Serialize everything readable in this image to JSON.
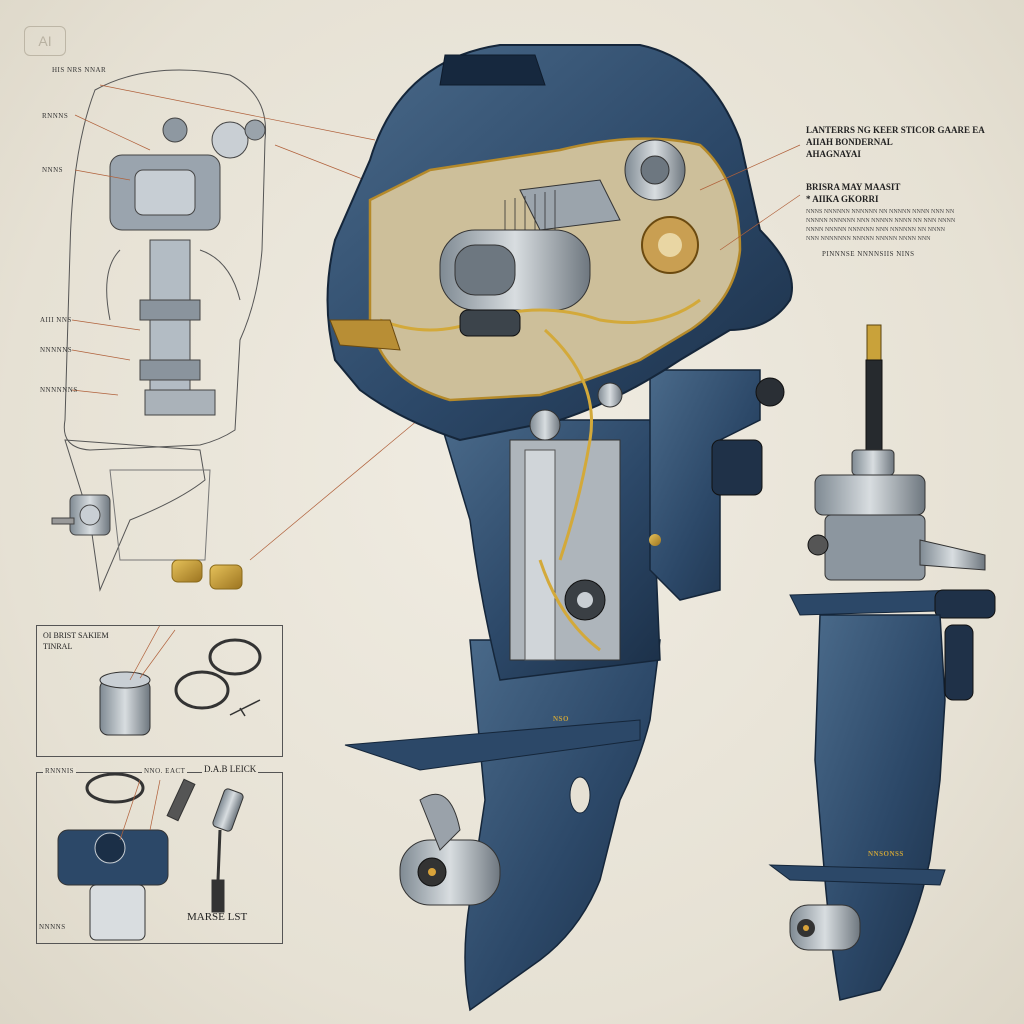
{
  "badge": "AI",
  "left_labels": [
    "HIS NRS NNAR",
    "RNNNS",
    "NNNS",
    "AIII NNS",
    "NNNNNS",
    "NNNNNNS"
  ],
  "right_title": {
    "line1": "LANTERRS NG KEER STICOR GAARE EA",
    "line2": "AIIAH BONDERNAL",
    "line3": "AHAGNAYAI"
  },
  "right_heading": {
    "line1": "BRISRA MAY MAASIT",
    "line2": "* AIIKA GKORRI"
  },
  "right_notes": [
    "NNNS NNNNNN NNNNNN NN NNNNN NNNN NNN NN",
    "NNNNN NNNNNN NNN NNNNN NNNN NN NNN NNNN",
    "NNNN NNNNN NNNNNN NNN NNNNNN NN NNNN",
    "NNN NNNNNNN NNNNN NNNNN NNNN NNN"
  ],
  "right_footnote": "PINNNSE NNNNSIIS NINS",
  "panel1": {
    "line1": "OI BRIST SAKIEM",
    "line2": "TINRAL"
  },
  "panel2": {
    "label_a": "RNNNIS",
    "label_b": "NNO. EACT",
    "label_c": "D.A.B LEICK",
    "label_d": "MARSE LST",
    "label_e": "NNNNS"
  },
  "decal_mid": "NSO",
  "decal_leg": "NNSONSS"
}
